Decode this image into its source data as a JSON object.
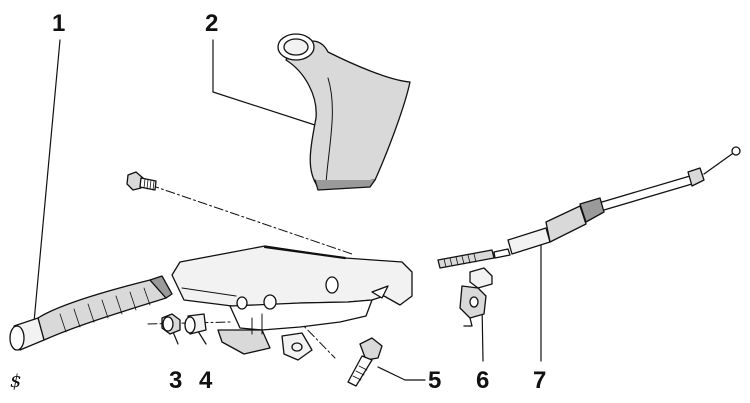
{
  "diagram": {
    "callouts": [
      {
        "id": "1",
        "label": "1"
      },
      {
        "id": "2",
        "label": "2"
      },
      {
        "id": "3",
        "label": "3"
      },
      {
        "id": "4",
        "label": "4"
      },
      {
        "id": "5",
        "label": "5"
      },
      {
        "id": "6",
        "label": "6"
      },
      {
        "id": "7",
        "label": "7"
      }
    ],
    "corner_mark": "$",
    "parts": [
      "lever-grip-icon",
      "boot-icon",
      "nut-icon",
      "sleeve-icon",
      "bolt-icon",
      "clip-icon",
      "cable-icon"
    ]
  },
  "colors": {
    "ink": "#111111",
    "fill_light": "#f2f2f2",
    "fill_mid": "#d9d9d9",
    "fill_dark": "#9a9a9a"
  }
}
